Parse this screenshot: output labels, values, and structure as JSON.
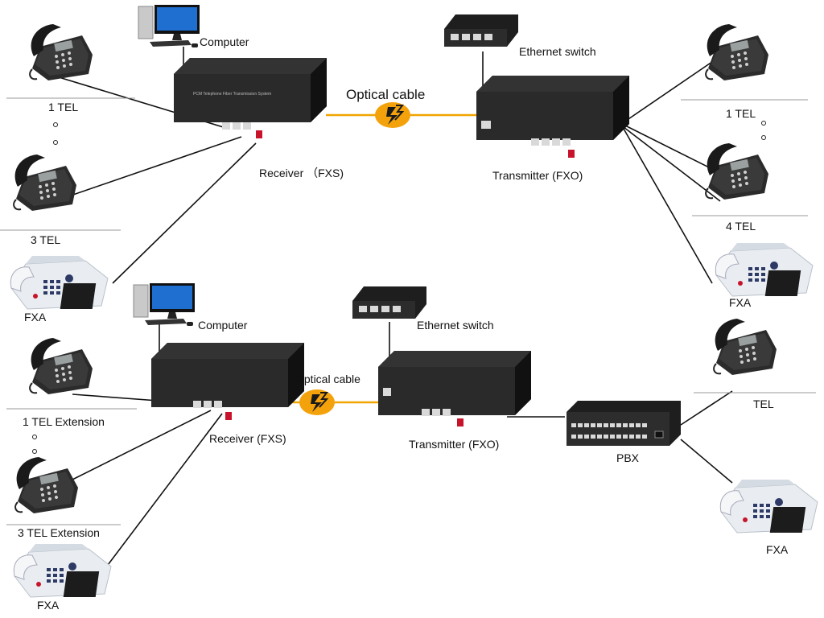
{
  "top": {
    "computer": "Computer",
    "optical_cable": "Optical cable",
    "ethernet_switch": "Ethernet switch",
    "receiver": "Receiver （FXS)",
    "transmitter": "Transmitter (FXO)",
    "left_tel_first": "1 TEL",
    "left_tel_last": "3 TEL",
    "left_fax": "FXA",
    "right_tel_first": "1 TEL",
    "right_tel_last": "4 TEL",
    "right_fax": "FXA"
  },
  "bottom": {
    "computer": "Computer",
    "optical_cable": "Optical cable",
    "ethernet_switch": "Ethernet switch",
    "receiver": "Receiver (FXS)",
    "transmitter": "Transmitter (FXO)",
    "left_tel_first": "1 TEL Extension",
    "left_tel_last": "3 TEL Extension",
    "left_fax": "FXA",
    "pbx": "PBX",
    "right_tel": "TEL",
    "right_fax": "FXA"
  },
  "device_print": "PCM Telephone Fiber Transmission System",
  "colors": {
    "fiber": "#f0a500",
    "connector": "#f4a20c",
    "device_body": "#1c1c1c",
    "fxs_port_red": "#c8142a",
    "phone_body": "#2b2b2b",
    "fax_body": "#e9edf2",
    "line": "#111111",
    "divider": "#9a9a9a"
  }
}
